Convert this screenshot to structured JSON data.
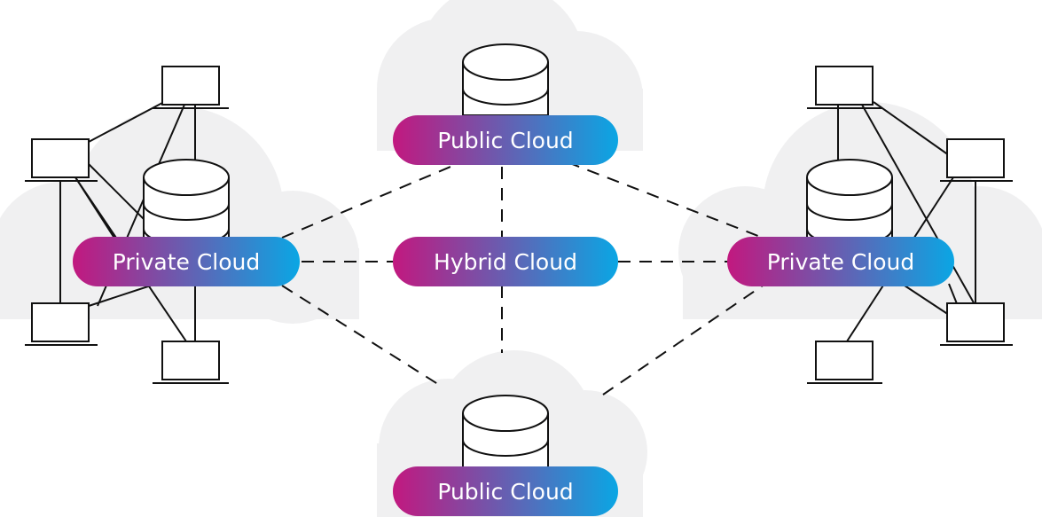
{
  "labels": {
    "top": "Public Cloud",
    "center": "Hybrid Cloud",
    "left": "Private Cloud",
    "right": "Private Cloud",
    "bottom": "Public Cloud"
  },
  "colors": {
    "gradient_start": "#c2187f",
    "gradient_end": "#0aa6e4",
    "cloud": "#f0f0f1",
    "stroke": "#111111"
  },
  "icons": {
    "database": "database-icon",
    "computer": "monitor-icon",
    "cloud": "cloud-shape"
  }
}
